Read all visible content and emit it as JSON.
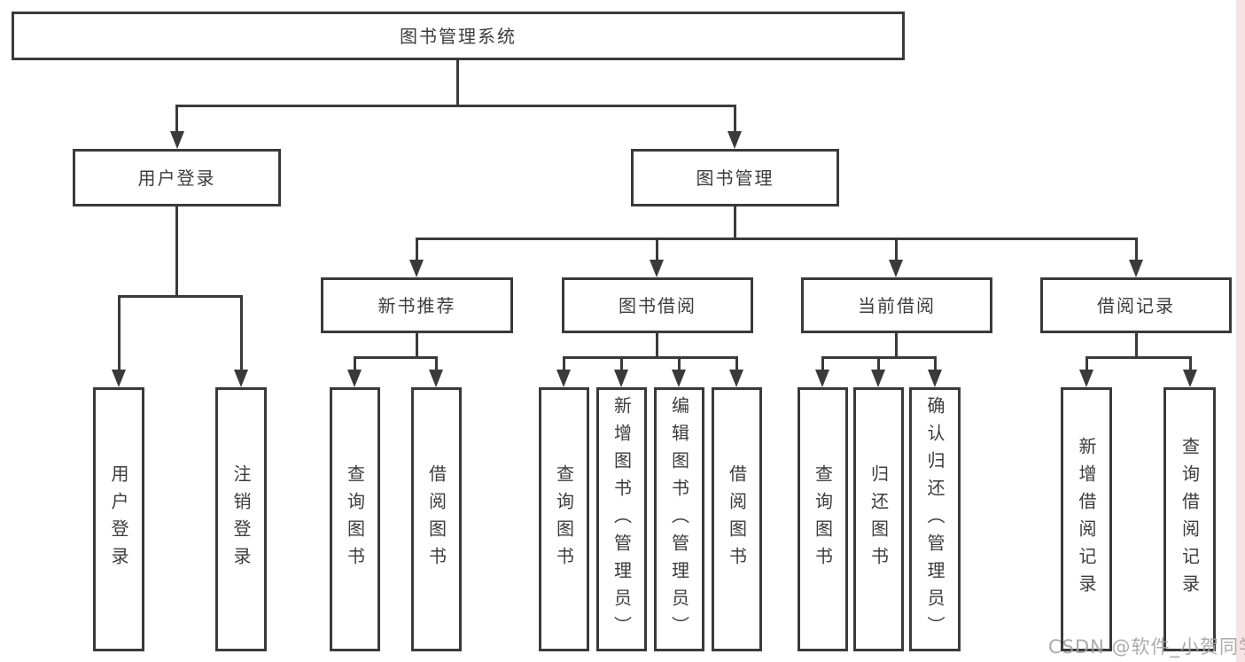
{
  "diagram_title": "图书管理系统",
  "tree": {
    "label": "图书管理系统",
    "children": [
      {
        "label": "用户登录",
        "children": [
          {
            "label": "用户登录"
          },
          {
            "label": "注销登录"
          }
        ]
      },
      {
        "label": "图书管理",
        "children": [
          {
            "label": "新书推荐",
            "children": [
              {
                "label": "查询图书"
              },
              {
                "label": "借阅图书"
              }
            ]
          },
          {
            "label": "图书借阅",
            "children": [
              {
                "label": "查询图书"
              },
              {
                "label": "新增图书（管理员）"
              },
              {
                "label": "编辑图书（管理员）"
              },
              {
                "label": "借阅图书"
              }
            ]
          },
          {
            "label": "当前借阅",
            "children": [
              {
                "label": "查询图书"
              },
              {
                "label": "归还图书"
              },
              {
                "label": "确认归还（管理员）"
              }
            ]
          },
          {
            "label": "借阅记录",
            "children": [
              {
                "label": "新增借阅记录"
              },
              {
                "label": "查询借阅记录"
              }
            ]
          }
        ]
      }
    ]
  },
  "watermark": {
    "text": "CSDN @软件_小贺同学"
  },
  "colors": {
    "line": "#3a3a3a",
    "text": "#3c3c3c",
    "box_background": "#ffffff",
    "page_background": "#ffffff",
    "watermark_text": "#a3a3a3",
    "right_edge_strip": "#f6e4e4"
  }
}
